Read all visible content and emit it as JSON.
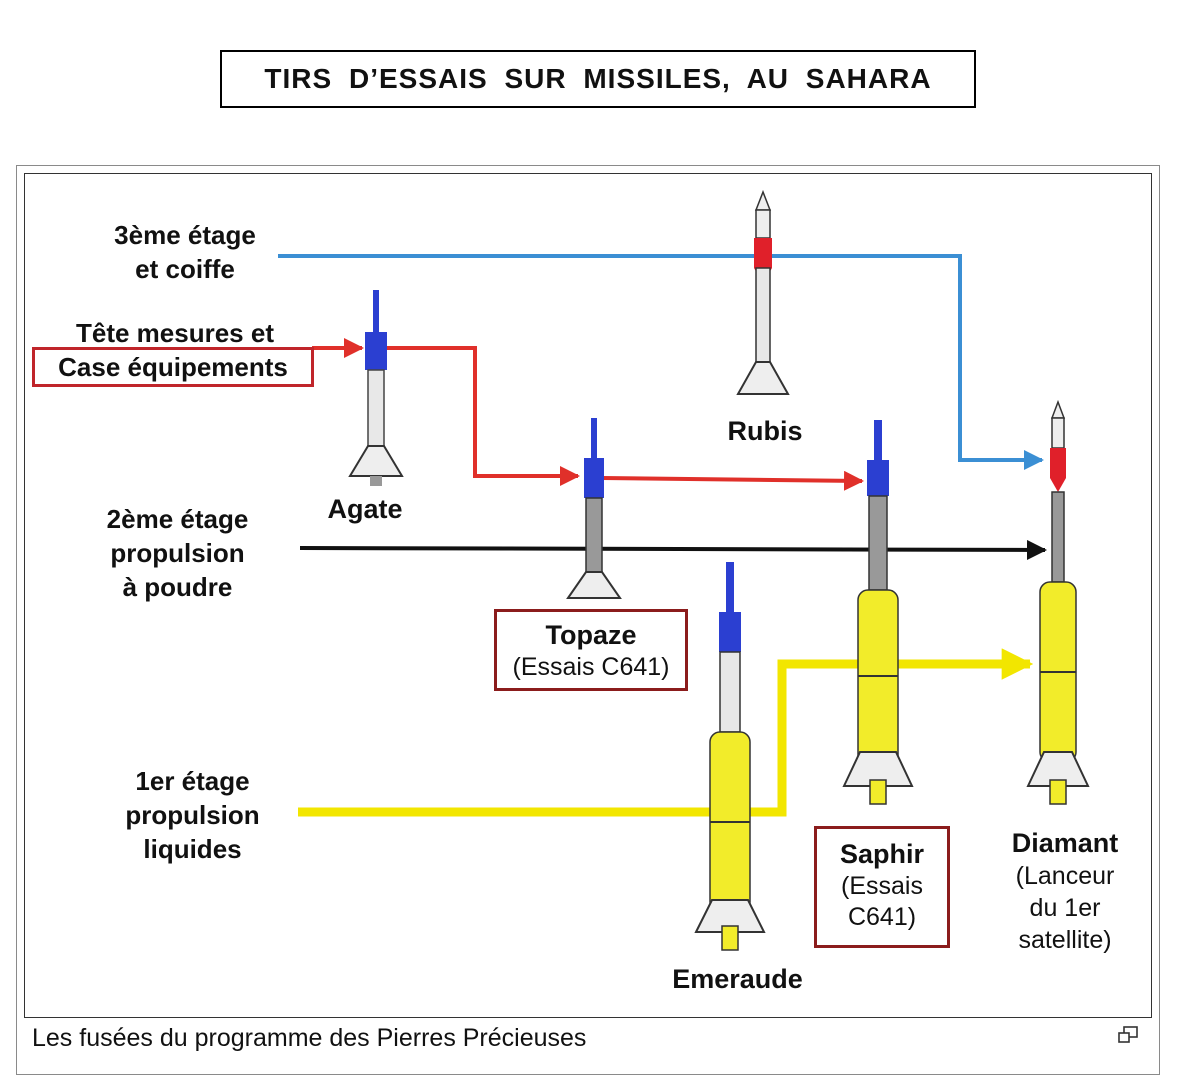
{
  "title": "TIRS D’ESSAIS SUR MISSILES, AU SAHARA",
  "labels": {
    "stage3": [
      "3ème étage",
      "et coiffe"
    ],
    "tete": "Tête mesures et",
    "case": "Case équipements",
    "stage2": [
      "2ème étage",
      "propulsion",
      "à poudre"
    ],
    "stage1": [
      "1er étage",
      "propulsion",
      "liquides"
    ]
  },
  "rockets": {
    "agate": {
      "name": "Agate"
    },
    "rubis": {
      "name": "Rubis"
    },
    "topaze": {
      "name": "Topaze",
      "sub": "(Essais C641)"
    },
    "emeraude": {
      "name": "Emeraude"
    },
    "saphir": {
      "name": "Saphir",
      "sub": [
        "(Essais",
        "C641)"
      ]
    },
    "diamant": {
      "name": "Diamant",
      "sub": [
        "(Lanceur",
        "du 1er",
        "satellite)"
      ]
    }
  },
  "caption": "Les fusées du programme des Pierres Précieuses",
  "icons": {
    "enlarge": "enlarge-icon"
  },
  "colors": {
    "stage3_line": "#3b8fd4",
    "tete_line": "#e0302a",
    "stage2_line": "#111111",
    "stage1_line": "#f2e600",
    "label_box": "#8b1c1c",
    "nose_blue": "#2b3fd1",
    "stage_red": "#e0202a",
    "stage_yellow": "#f2ec2a"
  }
}
